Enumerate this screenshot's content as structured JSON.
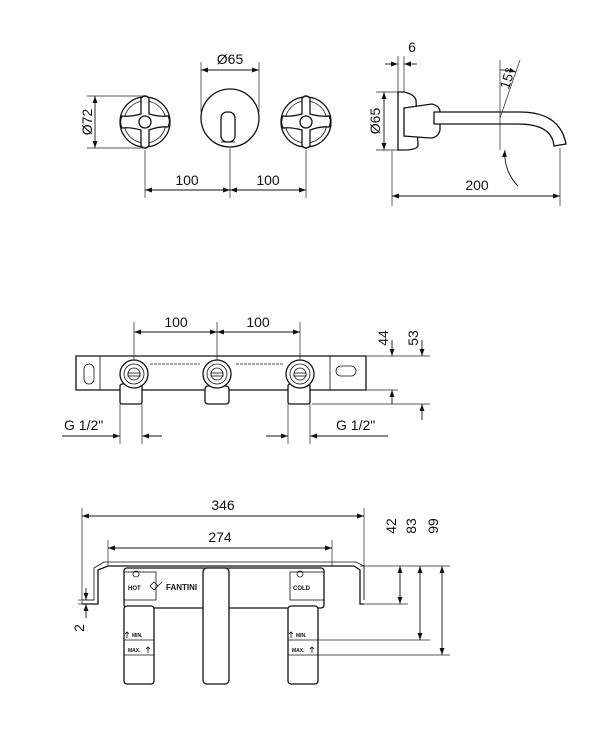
{
  "front_view": {
    "handle_diameter": "Ø72",
    "spout_rosette_diameter": "Ø65",
    "spacing_left": "100",
    "spacing_right": "100"
  },
  "side_view": {
    "rosette_thickness": "6",
    "rosette_diameter": "Ø65",
    "spout_angle": "15°",
    "spout_projection": "200"
  },
  "body_front_view": {
    "spacing_left": "100",
    "spacing_right": "100",
    "depth_inner": "44",
    "depth_outer": "53",
    "inlet_left": "G 1/2\"",
    "inlet_right": "G 1/2\""
  },
  "body_top_view": {
    "overall_width": "346",
    "bracket_width": "274",
    "dim_42": "42",
    "dim_83": "83",
    "dim_99": "99",
    "dim_2": "2",
    "label_hot": "HOT",
    "label_cold": "COLD",
    "brand": "FANTINI",
    "label_min": "MIN.",
    "label_max": "MAX."
  }
}
